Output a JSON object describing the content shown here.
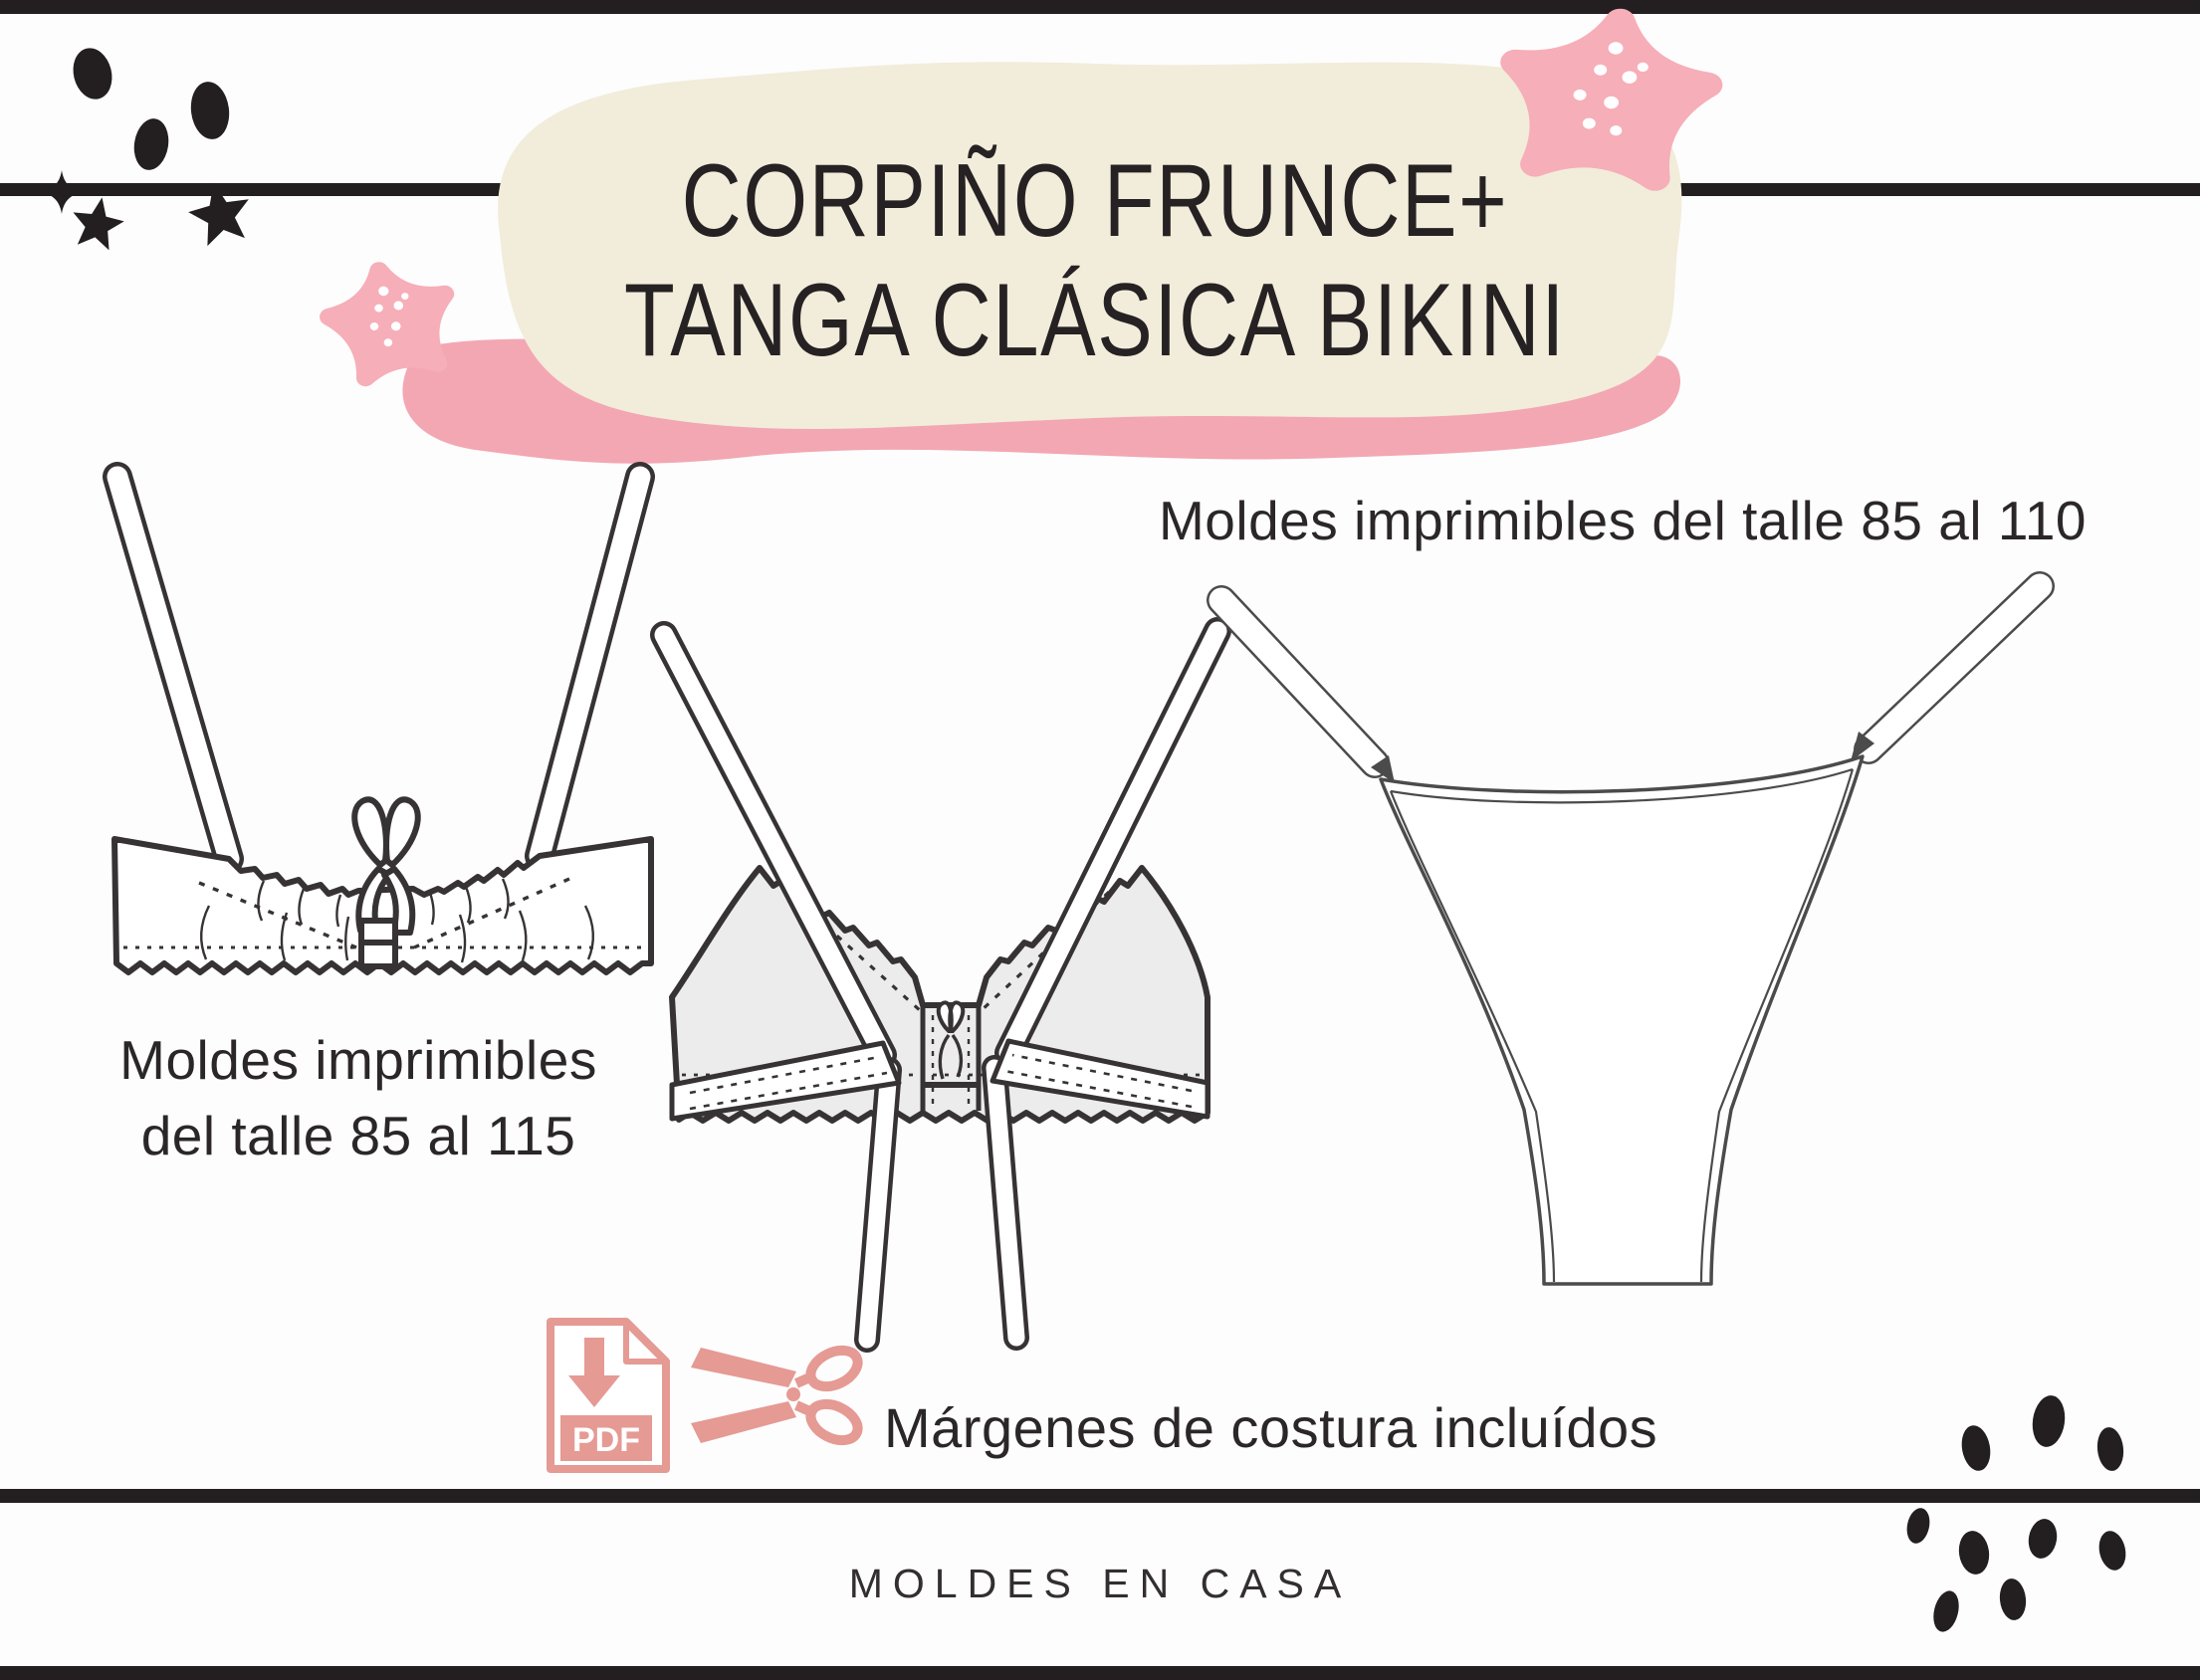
{
  "title": {
    "line1": "CORPIÑO FRUNCE+",
    "line2": "TANGA CLÁSICA BIKINI"
  },
  "annotations": {
    "tanga_sizes": "Moldes imprimibles del talle 85 al 110",
    "bralette_sizes_line1": "Moldes imprimibles",
    "bralette_sizes_line2": "del talle 85 al 115",
    "seam_allowance": "Márgenes de costura incluídos"
  },
  "pdf_icon_label": "PDF",
  "footer": {
    "brand": "MOLDES EN CASA"
  },
  "icons": {
    "pdf": "pdf-download-icon",
    "scissors": "scissors-icon",
    "starfish_small": "starfish-icon",
    "starfish_large": "starfish-icon",
    "ink_dots_top_left": "ink-splatter-dots",
    "ink_dots_bottom_right": "ink-splatter-dots"
  },
  "colors": {
    "ink": "#231f20",
    "paper": "#fdfdfd",
    "cream": "#f2ecdb",
    "pink": "#f6aeb8",
    "brush": "#f3a7b3",
    "salmon": "#e59a94",
    "greyfill": "#ececec"
  }
}
